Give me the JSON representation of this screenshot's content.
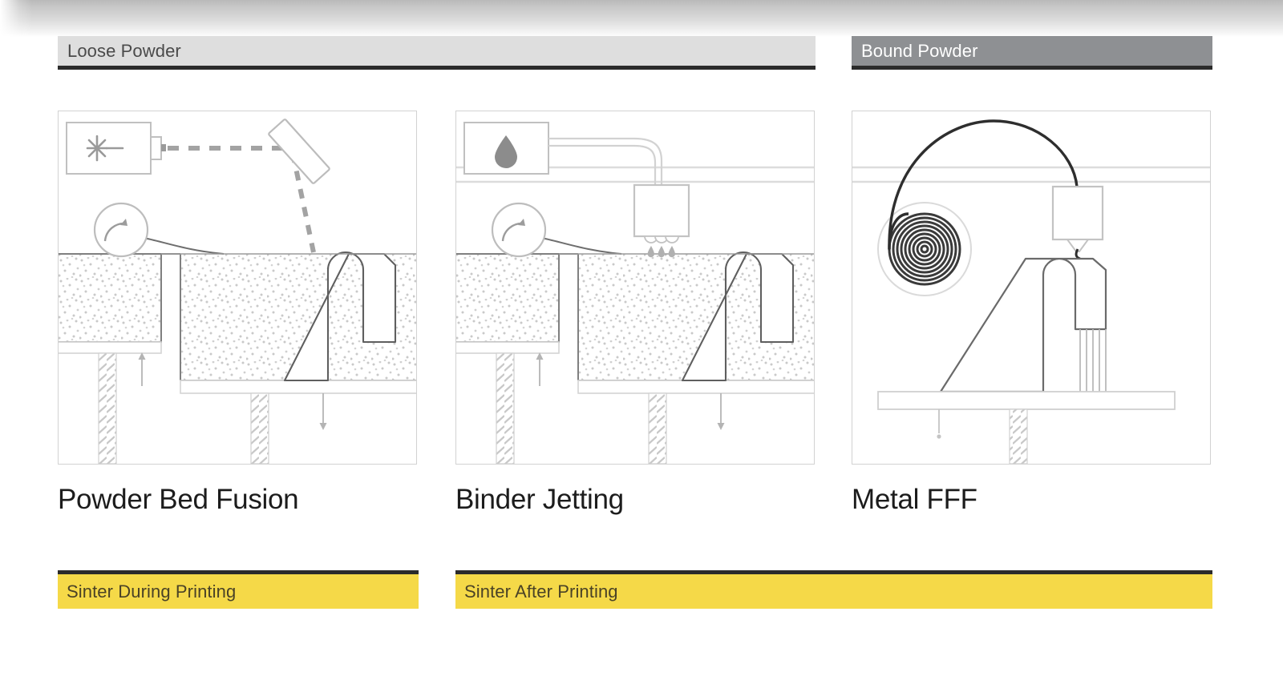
{
  "categories": [
    {
      "id": "loose-powder",
      "label": "Loose Powder",
      "bg": "#dedede",
      "text_color": "#4a4a4a"
    },
    {
      "id": "bound-powder",
      "label": "Bound Powder",
      "bg": "#8e9093",
      "text_color": "#ffffff"
    }
  ],
  "processes": [
    {
      "id": "powder-bed-fusion",
      "caption": "Powder Bed Fusion",
      "category": "Loose Powder",
      "sinter": "Sinter During Printing",
      "icons": [
        "laser-source-icon",
        "laser-beam-dashed",
        "galvo-mirror-icon",
        "recoater-roller-icon",
        "powder-bed",
        "build-part",
        "lead-screw",
        "feed-piston-arrow-up",
        "build-piston-arrow-down"
      ]
    },
    {
      "id": "binder-jetting",
      "caption": "Binder Jetting",
      "category": "Loose Powder",
      "sinter": "Sinter After Printing",
      "icons": [
        "binder-reservoir-icon",
        "droplet-icon",
        "binder-tube",
        "print-head-icon",
        "nozzle-droplets",
        "recoater-roller-icon",
        "powder-bed",
        "build-part",
        "lead-screw",
        "feed-piston-arrow-up",
        "build-piston-arrow-down"
      ]
    },
    {
      "id": "metal-fff",
      "caption": "Metal FFF",
      "category": "Bound Powder",
      "sinter": "Sinter After Printing",
      "icons": [
        "filament-spool-icon",
        "filament-path",
        "extruder-head-icon",
        "nozzle-icon",
        "build-part",
        "support-structure",
        "build-plate",
        "lead-screw",
        "build-plate-arrow-down"
      ]
    }
  ],
  "sinter_bars": [
    {
      "id": "sinter-during",
      "label": "Sinter During Printing",
      "color": "#f5d948"
    },
    {
      "id": "sinter-after",
      "label": "Sinter After Printing",
      "color": "#f5d948"
    }
  ],
  "colors": {
    "accent_yellow": "#f5d948",
    "rule_dark": "#2b2b2b",
    "loose_gray": "#dedede",
    "bound_gray": "#8e9093",
    "line_gray": "#a8a8a8",
    "line_dark": "#555555",
    "caption_text": "#1c1c1c"
  }
}
